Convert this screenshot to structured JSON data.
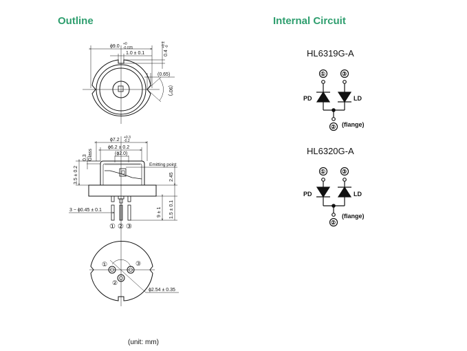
{
  "outline": {
    "title": "Outline",
    "top_view": {
      "diameter": "ϕ9.0",
      "diameter_tol_upper": "+0",
      "diameter_tol_lower": "-0.025",
      "notch_width": "1.0 ± 0.1",
      "notch_depth": "0.4",
      "notch_depth_tol_upper": "+0.1",
      "notch_depth_tol_lower": "-0",
      "notch_offset": "(0.65)",
      "notch_angle": "(90°)"
    },
    "side_view": {
      "cap_diameter": "ϕ7.2",
      "cap_diameter_tol_upper": "+0.3",
      "cap_diameter_tol_lower": "-0.2",
      "window_diameter": "ϕ6.2 ± 0.2",
      "aperture": "(ϕ2.0)",
      "glass_thickness": "0.3",
      "glass_label": "Glass",
      "cap_height": "3.5 ± 0.2",
      "emitting_point_label": "Emitting point",
      "emitting_height": "2.45",
      "lead_diameter": "3 − ϕ0.45 ± 0.1",
      "lead_length": "9 ± 1",
      "flange_thickness": "1.5 ± 0.1",
      "pin_labels": [
        "①",
        "②",
        "③"
      ]
    },
    "bottom_view": {
      "pin_circle": "ϕ2.54 ± 0.35",
      "pin_labels": [
        "①",
        "②",
        "③"
      ]
    },
    "unit": "(unit: mm)"
  },
  "internal_circuit": {
    "title": "Internal Circuit",
    "circuits": [
      {
        "model": "HL6319G-A",
        "pd_label": "PD",
        "ld_label": "LD",
        "pd_direction": "up",
        "ld_direction": "down",
        "pins": [
          "①",
          "②",
          "③"
        ],
        "common_label": "(flange)"
      },
      {
        "model": "HL6320G-A",
        "pd_label": "PD",
        "ld_label": "LD",
        "pd_direction": "down",
        "ld_direction": "up",
        "pins": [
          "①",
          "②",
          "③"
        ],
        "common_label": "(flange)"
      }
    ]
  },
  "colors": {
    "title": "#2e9e6e",
    "line": "#111111"
  }
}
